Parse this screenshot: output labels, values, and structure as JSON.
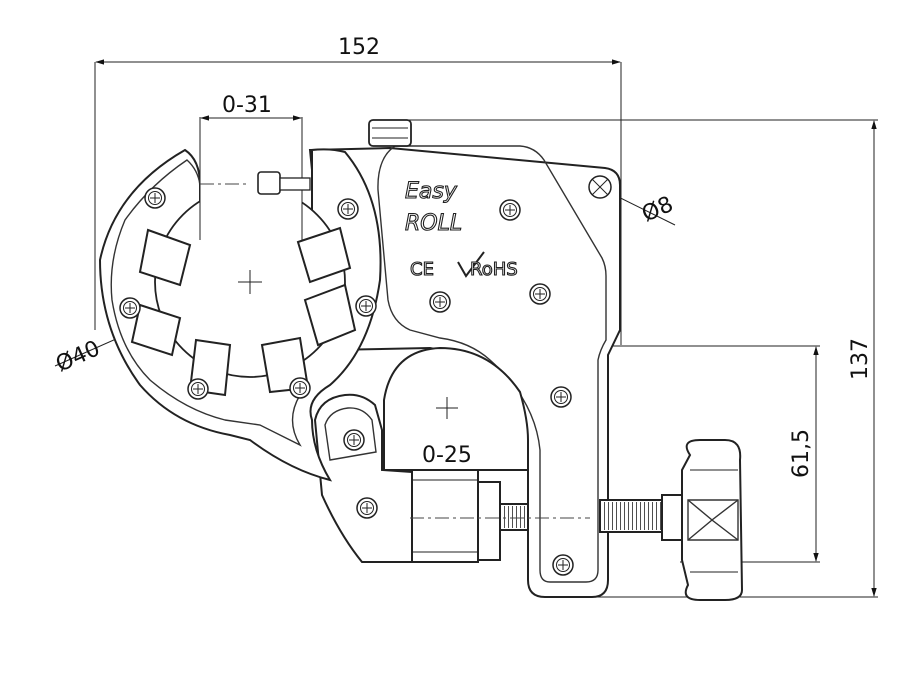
{
  "dimensions": {
    "total_width": "152",
    "bore_range": "0-31",
    "bore_diameter": "Ø40",
    "hole_diameter": "Ø8",
    "total_height": "137",
    "screw_height": "61,5",
    "jaw_range": "0-25"
  },
  "logo": {
    "line1": "Easy",
    "line2": "ROLL"
  },
  "marks": {
    "ce": "CE",
    "rohs": "RoHS"
  }
}
